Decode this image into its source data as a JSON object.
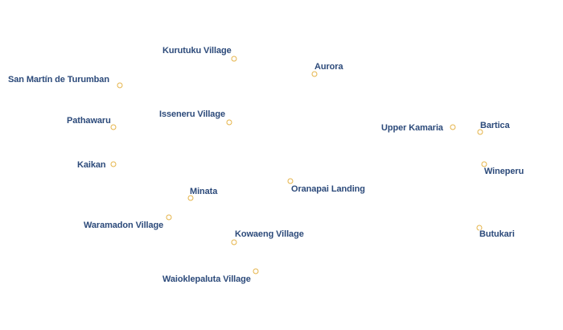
{
  "map": {
    "marker_color": "#e5b44a",
    "label_color": "#2c4a7a",
    "places": [
      {
        "id": "kurutuku-village",
        "name": "Kurutuku Village"
      },
      {
        "id": "aurora",
        "name": "Aurora"
      },
      {
        "id": "san-martin-de-turumban",
        "name": "San Martín de Turumban"
      },
      {
        "id": "pathawaru",
        "name": "Pathawaru"
      },
      {
        "id": "isseneru-village",
        "name": "Isseneru Village"
      },
      {
        "id": "upper-kamaria",
        "name": "Upper Kamaria"
      },
      {
        "id": "bartica",
        "name": "Bartica"
      },
      {
        "id": "kaikan",
        "name": "Kaikan"
      },
      {
        "id": "wineperu",
        "name": "Wineperu"
      },
      {
        "id": "oranapai-landing",
        "name": "Oranapai Landing"
      },
      {
        "id": "minata",
        "name": "Minata"
      },
      {
        "id": "waramadon-village",
        "name": "Waramadon Village"
      },
      {
        "id": "kowaeng-village",
        "name": "Kowaeng Village"
      },
      {
        "id": "butukari",
        "name": "Butukari"
      },
      {
        "id": "waioklepaluta-village",
        "name": "Waioklepaluta Village"
      }
    ]
  }
}
